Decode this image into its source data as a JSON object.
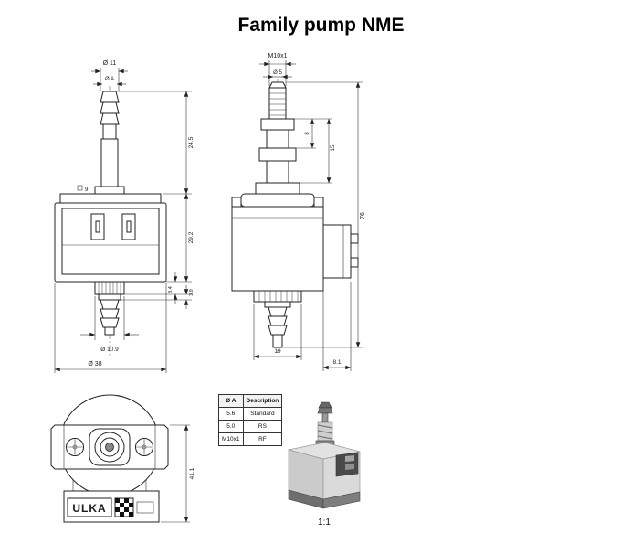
{
  "title": "Family pump NME",
  "colors": {
    "line": "#222222",
    "body_light": "#e2e2e2",
    "body_mid": "#cbcbcb",
    "connector_dark": "#4a4a4a"
  },
  "front_view": {
    "dia_11": "Ø 11",
    "dia_A": "Ø A",
    "square_9": "9",
    "h_24_5": "24.5",
    "h_29_2": "29.2",
    "h_8_4": "8.4",
    "h_3_9": "3.9",
    "dia_10_9": "Ø 10.9",
    "dia_38": "Ø 38"
  },
  "side_view": {
    "thread": "M10x1",
    "dia_5": "Ø 5",
    "h_8": "8",
    "h_15": "15",
    "h_76": "76",
    "w_19": "19",
    "w_8_1": "8.1"
  },
  "bottom_view": {
    "h_41_1": "41.1",
    "brand": "ULKA"
  },
  "spec_table": {
    "headers": [
      "Ø A",
      "Description"
    ],
    "rows": [
      [
        "5.6",
        "Standard"
      ],
      [
        "5.0",
        "RS"
      ],
      [
        "M10x1",
        "RF"
      ]
    ]
  },
  "scale_label": "1:1"
}
